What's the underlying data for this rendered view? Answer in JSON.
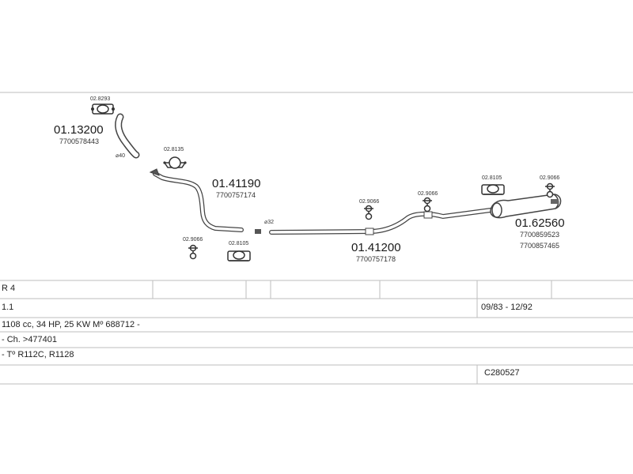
{
  "parts": {
    "p1": {
      "number": "01.13200",
      "ref": "7700578443"
    },
    "p2": {
      "number": "01.41190",
      "ref": "7700757174"
    },
    "p3": {
      "number": "01.41200",
      "ref": "7700757178"
    },
    "p4": {
      "number": "01.62560",
      "ref1": "7700859523",
      "ref2": "7700857465"
    }
  },
  "accessories": {
    "a_top": "02.8293",
    "a_8135": "02.8135",
    "a_9066_left": "02.9066",
    "a_8105_bottom": "02.8105",
    "a_9066_mid": "02.9066",
    "a_9066_mid2": "02.9066",
    "a_8105_right": "02.8105",
    "a_9066_right": "02.9066"
  },
  "diameters": {
    "d40": "⌀40",
    "d32": "⌀32"
  },
  "table": {
    "model": "R 4",
    "engine": "1.1",
    "dates": "09/83 - 12/92",
    "spec": "1108 cc, 34 HP, 25 KW Mº 688712 -",
    "chassis": "- Ch. >477401",
    "types": "- Tº R112C, R1128",
    "code": "C280527"
  }
}
